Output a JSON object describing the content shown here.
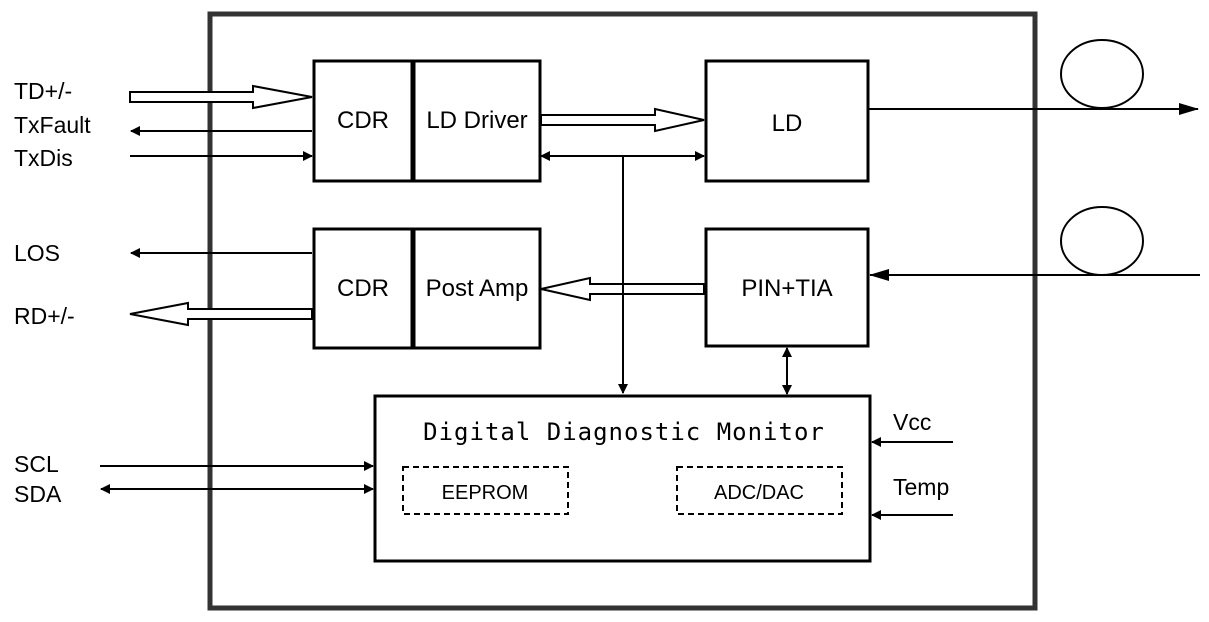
{
  "left_signals": {
    "td": "TD+/-",
    "txfault": "TxFault",
    "txdis": "TxDis",
    "los": "LOS",
    "rd": "RD+/-",
    "scl": "SCL",
    "sda": "SDA"
  },
  "blocks": {
    "cdr_tx": "CDR",
    "ld_driver": "LD Driver",
    "ld": "LD",
    "cdr_rx": "CDR",
    "post_amp": "Post Amp",
    "pin_tia": "PIN+TIA",
    "ddm": "Digital Diagnostic Monitor",
    "eeprom": "EEPROM",
    "adc_dac": "ADC/DAC"
  },
  "right_signals": {
    "vcc": "Vcc",
    "temp": "Temp"
  }
}
